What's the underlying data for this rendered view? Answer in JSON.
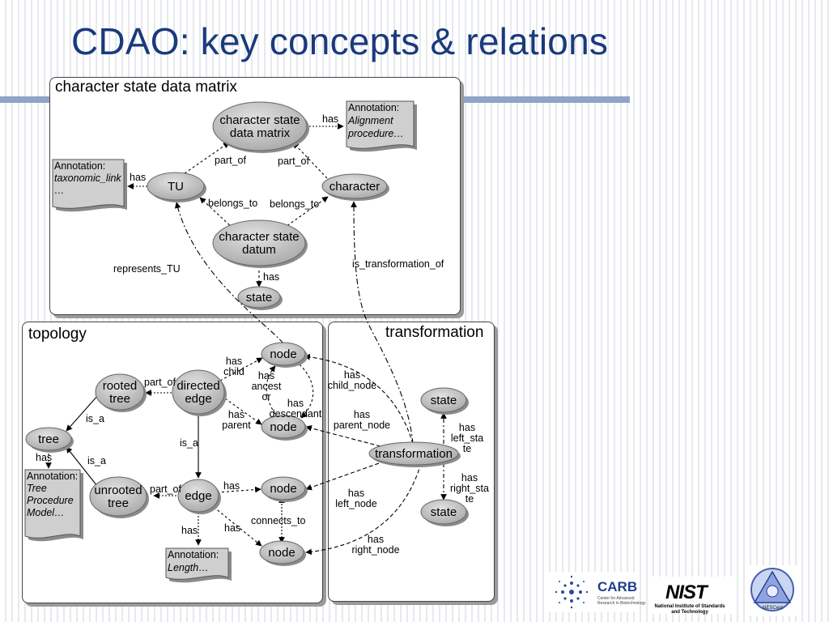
{
  "slide": {
    "title": "CDAO: key concepts & relations"
  },
  "panels": {
    "matrix": "character state data matrix",
    "topology": "topology",
    "transformation": "transformation"
  },
  "nodes": {
    "csdm": [
      "character state",
      "data matrix"
    ],
    "tu": [
      "TU"
    ],
    "character": [
      "character"
    ],
    "csd": [
      "character state",
      "datum"
    ],
    "state_matrix": [
      "state"
    ],
    "node_top": [
      "node"
    ],
    "rooted_tree": [
      "rooted",
      "tree"
    ],
    "directed_edge": [
      "directed",
      "edge"
    ],
    "node_mid": [
      "node"
    ],
    "tree": [
      "tree"
    ],
    "unrooted_tree": [
      "unrooted",
      "tree"
    ],
    "edge": [
      "edge"
    ],
    "node_lower": [
      "node"
    ],
    "node_bottom": [
      "node"
    ],
    "state_top": [
      "state"
    ],
    "transformation": [
      "transformation"
    ],
    "state_bottom": [
      "state"
    ]
  },
  "annotations": {
    "alignment": [
      "Annotation:",
      "Alignment",
      "procedure…"
    ],
    "taxonomic": [
      "Annotation:",
      "taxonomic_link",
      "…"
    ],
    "tree_model": [
      "Annotation:",
      "Tree",
      "Procedure",
      "Model…"
    ],
    "length": [
      "Annotation:",
      "Length…"
    ]
  },
  "edge_labels": {
    "csdm_has": [
      "has"
    ],
    "part_of_left": [
      "part_of"
    ],
    "part_of_right": [
      "part_of"
    ],
    "tu_has": [
      "has"
    ],
    "belongs_to_left": [
      "belongs_to"
    ],
    "belongs_to_right": [
      "belongs_to"
    ],
    "represents_tu": [
      "represents_TU"
    ],
    "is_transformation_of": [
      "is_transformation_of"
    ],
    "csd_has": [
      "has"
    ],
    "has_child": [
      "has",
      "child"
    ],
    "has_ancestor": [
      "has",
      "ancest",
      "or"
    ],
    "has_descendant": [
      "has",
      "descendant"
    ],
    "has_parent": [
      "has",
      "parent"
    ],
    "part_of_directed": [
      "part_of"
    ],
    "is_a_rooted": [
      "is_a"
    ],
    "is_a_directed": [
      "is_a"
    ],
    "tree_has": [
      "has"
    ],
    "is_a_unrooted": [
      "is_a"
    ],
    "part_of_unrooted": [
      "part_of"
    ],
    "edge_has_node": [
      "has"
    ],
    "edge_has_length": [
      "has"
    ],
    "edge_has_node_bottom": [
      "has"
    ],
    "connects_to": [
      "connects_to"
    ],
    "has_child_node": [
      "has",
      "child_node"
    ],
    "has_parent_node": [
      "has",
      "parent_node"
    ],
    "has_left_node": [
      "has",
      "left_node"
    ],
    "has_right_node": [
      "has",
      "right_node"
    ],
    "has_left_state": [
      "has",
      "left_sta",
      "te"
    ],
    "has_right_state": [
      "has",
      "right_sta",
      "te"
    ]
  },
  "logos": {
    "carb": {
      "name": "CARB",
      "subtitle": "Center for Advanced Research in Biotechnology"
    },
    "nist": {
      "name": "NIST",
      "subtitle": "National Institute of Standards and Technology"
    },
    "nescent": {
      "name": "NESCent"
    }
  }
}
